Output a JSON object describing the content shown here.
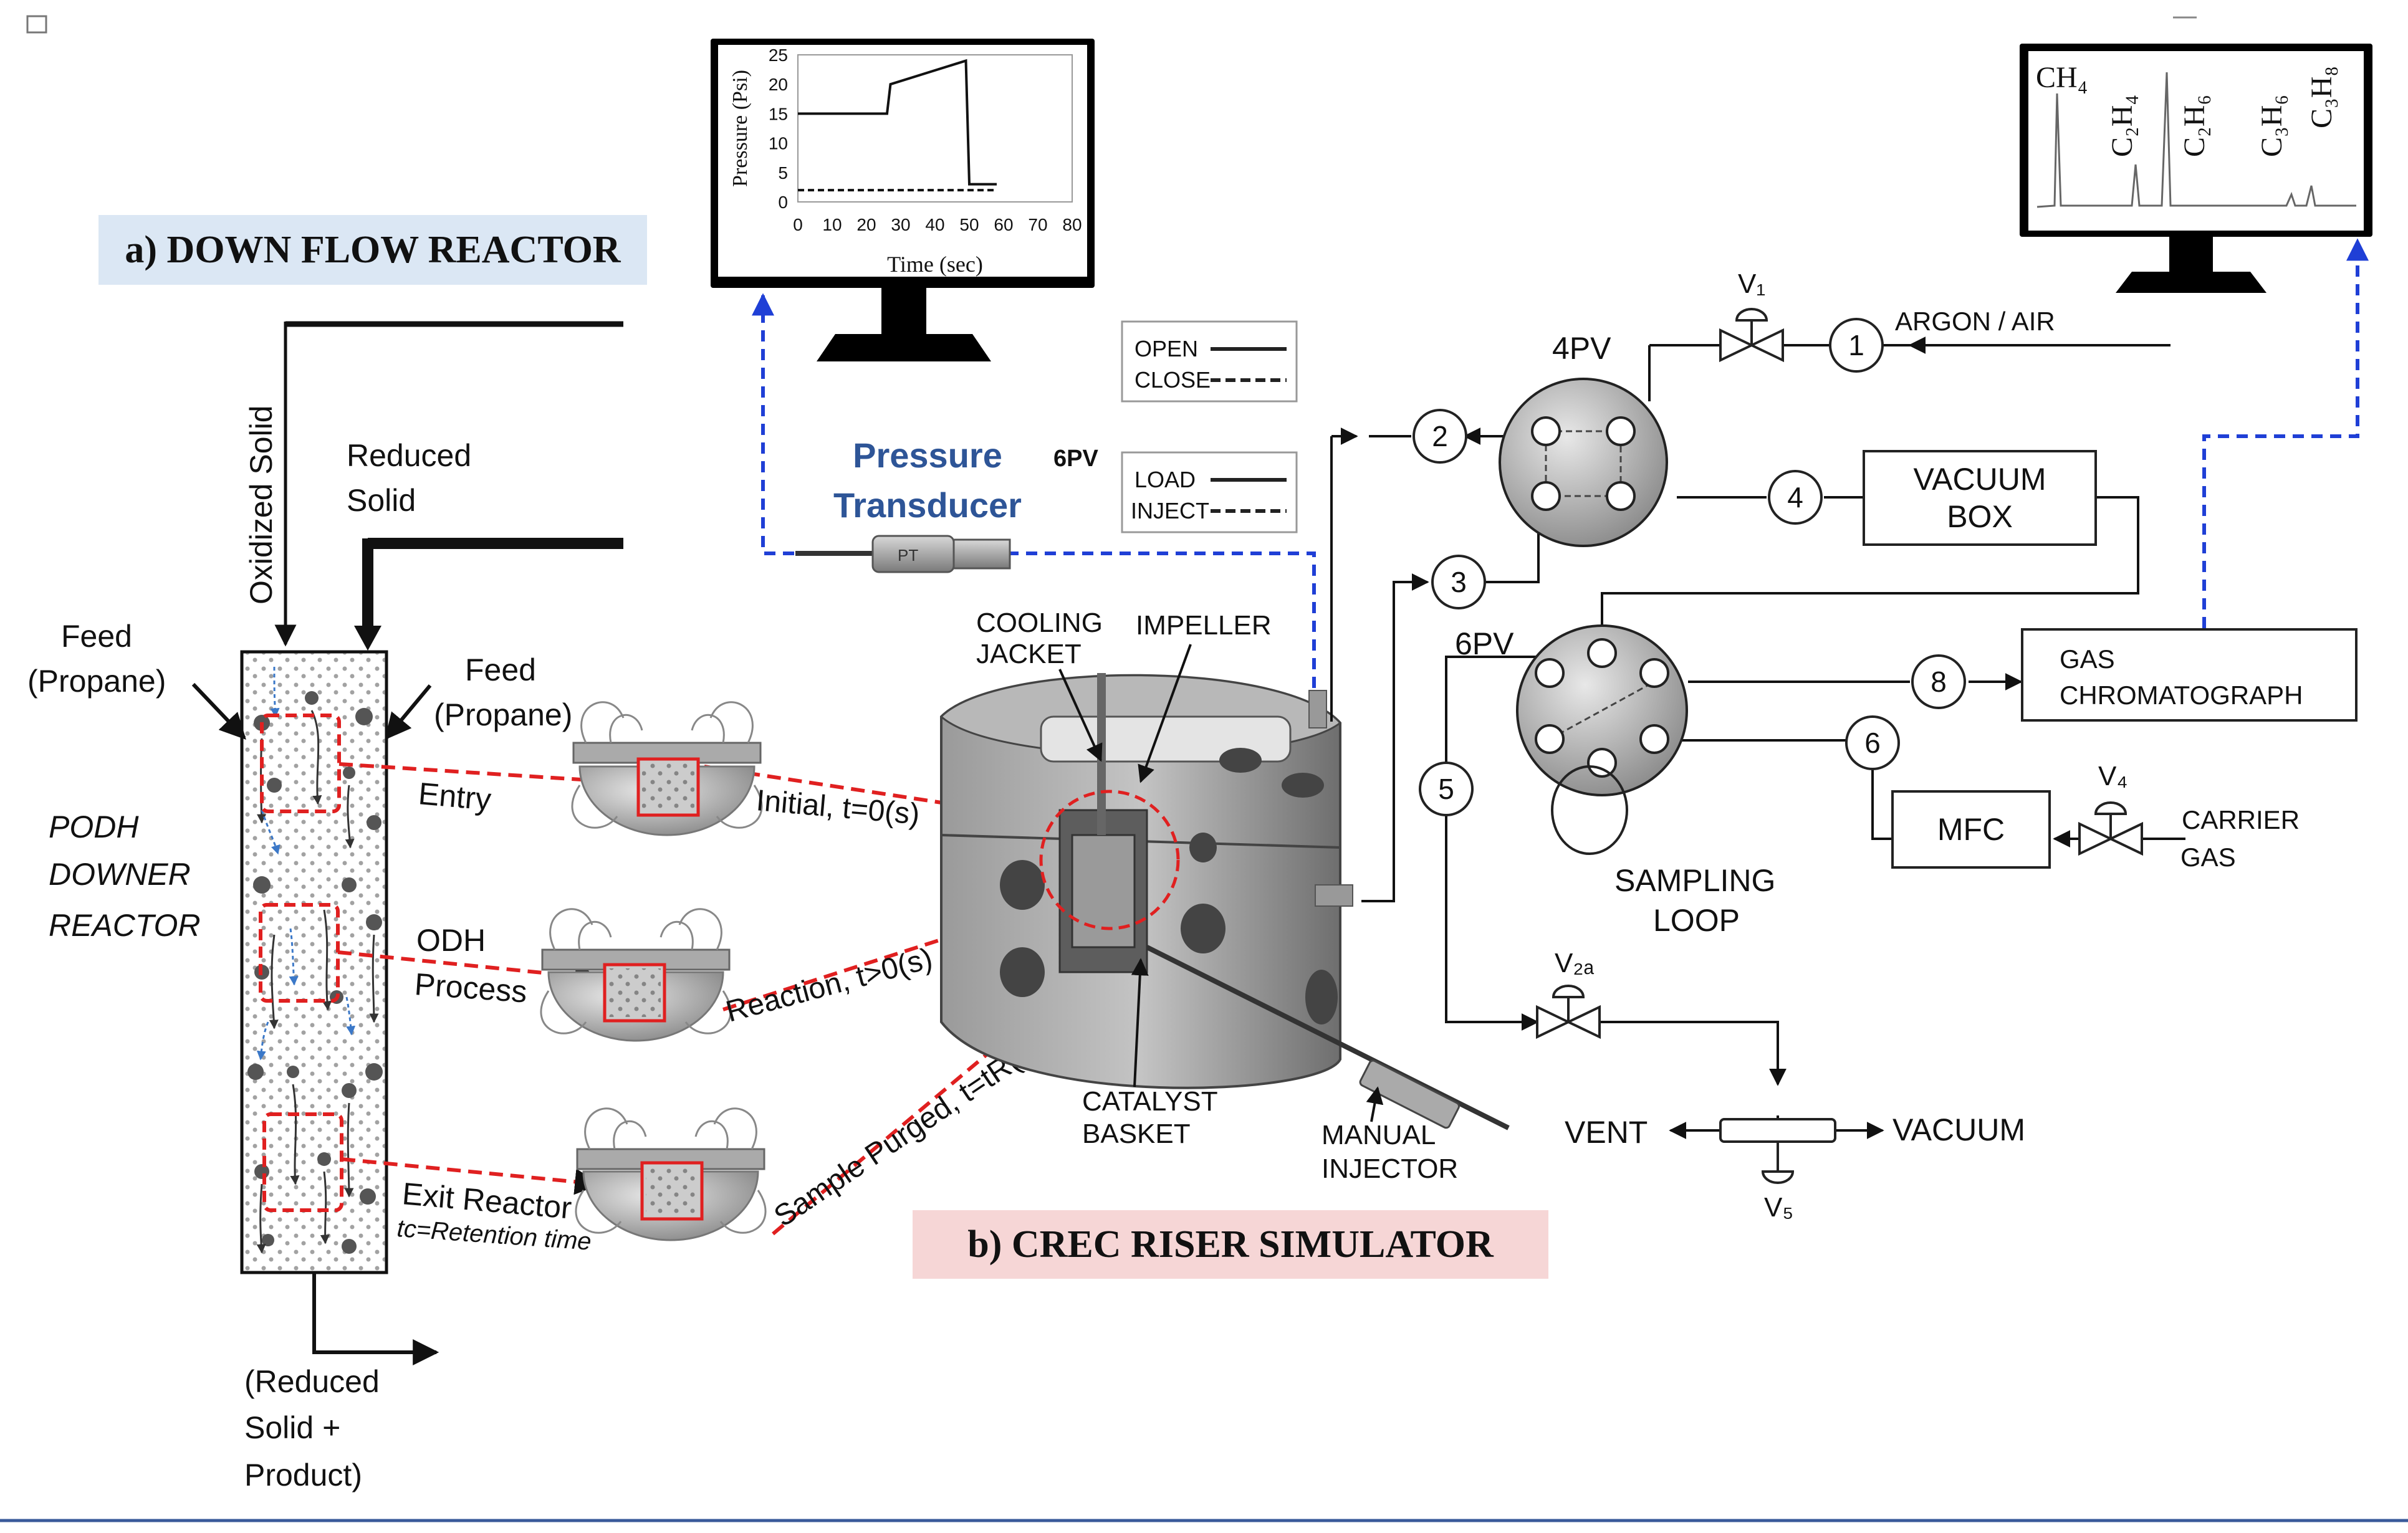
{
  "titles": {
    "down_flow": "a) DOWN FLOW REACTOR",
    "crec": "b) CREC RISER SIMULATOR"
  },
  "downer": {
    "oxidized_solid": "Oxidized Solid",
    "reduced_solid_1": "Reduced",
    "reduced_solid_2": "Solid",
    "feed_left_1": "Feed",
    "feed_left_2": "(Propane)",
    "feed_right_1": "Feed",
    "feed_right_2": "(Propane)",
    "podh_1": "PODH",
    "podh_2": "DOWNER",
    "podh_3": "REACTOR",
    "entry": "Entry",
    "odh_1": "ODH",
    "odh_2": "Process",
    "exit": "Exit Reactor",
    "retention": "tᴄ=Retention time",
    "product_1": "(Reduced",
    "product_2": "Solid +",
    "product_3": "Product)"
  },
  "stages": {
    "initial": "Initial, t=0(s)",
    "reaction": "Reaction, t>0(s)",
    "purged": "Sample Purged, t=tR(s)"
  },
  "pressure_monitor": {
    "ylabel": "Pressure (Psi)",
    "xlabel": "Time (sec)",
    "yticks": [
      "0",
      "5",
      "10",
      "15",
      "20",
      "25"
    ],
    "xticks": [
      "0",
      "10",
      "20",
      "30",
      "40",
      "50",
      "60",
      "70",
      "80"
    ]
  },
  "chart_data": {
    "type": "line",
    "title": "",
    "xlabel": "Time (sec)",
    "ylabel": "Pressure (Psi)",
    "xlim": [
      0,
      80
    ],
    "ylim": [
      0,
      25
    ],
    "series": [
      {
        "x": [
          0,
          26,
          27,
          49,
          50,
          58
        ],
        "y": [
          15,
          15,
          20,
          24,
          3,
          3
        ]
      },
      {
        "x": [
          0,
          58
        ],
        "y": [
          2,
          2
        ]
      }
    ]
  },
  "gc_monitor": {
    "peaks": [
      "CH₄",
      "C₂H₄",
      "C₂H₆",
      "C₃H₆",
      "C₃H₈"
    ]
  },
  "legend": {
    "open": "OPEN",
    "close": "CLOSE",
    "load": "LOAD",
    "inject": "INJECT",
    "sixpv_small": "6PV"
  },
  "transducer": {
    "line1": "Pressure",
    "line2": "Transducer",
    "tag": "PT"
  },
  "riser": {
    "cooling_1": "COOLING",
    "cooling_2": "JACKET",
    "impeller": "IMPELLER",
    "catalyst_1": "CATALYST",
    "catalyst_2": "BASKET",
    "injector_1": "MANUAL",
    "injector_2": "INJECTOR"
  },
  "flow": {
    "fourpv": "4PV",
    "sixpv": "6PV",
    "v1": "V₁",
    "v4": "V₄",
    "v2a": "V₂ₐ",
    "v5": "V₅",
    "argon": "ARGON / AIR",
    "vacuum_box_1": "VACUUM",
    "vacuum_box_2": "BOX",
    "gas_chrom_1": "GAS",
    "gas_chrom_2": "CHROMATOGRAPH",
    "mfc": "MFC",
    "carrier_1": "CARRIER",
    "carrier_2": "GAS",
    "sampling_1": "SAMPLING",
    "sampling_2": "LOOP",
    "vent": "VENT",
    "vacuum": "VACUUM",
    "n1": "1",
    "n2": "2",
    "n3": "3",
    "n4": "4",
    "n5": "5",
    "n6": "6",
    "n8": "8"
  },
  "colors": {
    "red_dash": "#e02020",
    "blue_dash": "#1f3fd6",
    "title_a_bg": "#dbe7f4",
    "title_b_bg": "#f6d6d6",
    "transducer_text": "#2e5597",
    "bottom_rule": "#3a5a9a"
  }
}
